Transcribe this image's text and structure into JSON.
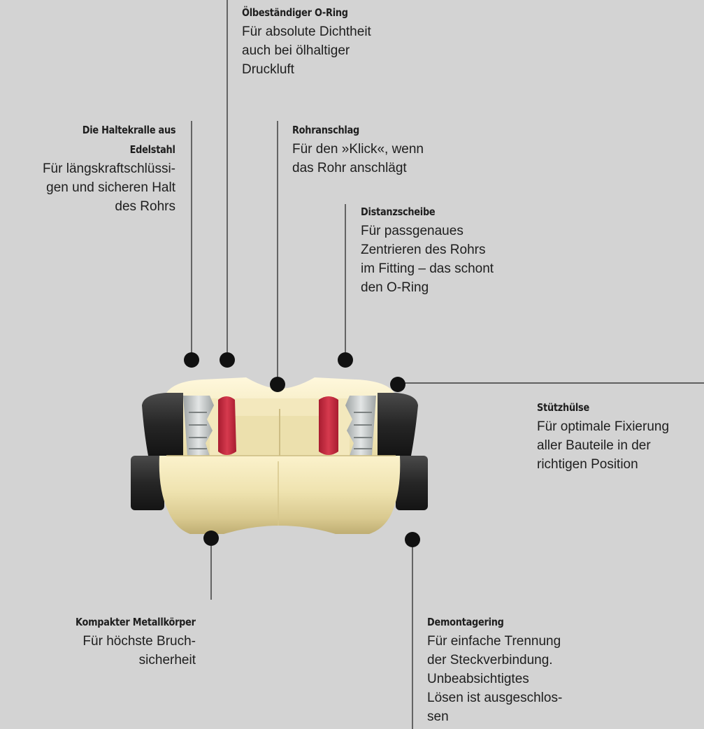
{
  "callouts": {
    "oelring": {
      "title": "Ölbeständiger O-Ring",
      "lines": [
        "Für absolute Dichtheit",
        "auch bei ölhaltiger",
        "Druckluft"
      ]
    },
    "haltekralle": {
      "title_lines": [
        "Die Haltekralle aus",
        "Edelstahl"
      ],
      "lines": [
        "Für längskraftschlüssi-",
        "gen und sicheren Halt",
        "des Rohrs"
      ]
    },
    "rohranschlag": {
      "title": "Rohranschlag",
      "lines": [
        "Für den »Klick«, wenn",
        "das Rohr anschlägt"
      ]
    },
    "distanzscheibe": {
      "title": "Distanzscheibe",
      "lines": [
        "Für passgenaues",
        "Zentrieren des Rohrs",
        "im Fitting – das schont",
        "den O-Ring"
      ]
    },
    "stuetzhuelse": {
      "title": "Stützhülse",
      "lines": [
        "Für optimale Fixierung",
        "aller Bauteile in der",
        "richtigen Position"
      ]
    },
    "metallkoerper": {
      "title": "Kompakter Metallkörper",
      "lines": [
        "Für höchste Bruch-",
        "sicherheit"
      ]
    },
    "demontagering": {
      "title": "Demontagering",
      "lines": [
        "Für einfache Trennung",
        "der Steckverbindung.",
        "Unbeabsichtigtes",
        "Lösen ist ausgeschlos-",
        "sen"
      ]
    }
  },
  "colors": {
    "background": "#d3d3d3",
    "brass_body": "#efe3b0",
    "o_ring": "#c8283c",
    "ring_black": "#2b2b2b",
    "claw_steel": "#bfc4c4",
    "leader": "#1a1a1a"
  }
}
